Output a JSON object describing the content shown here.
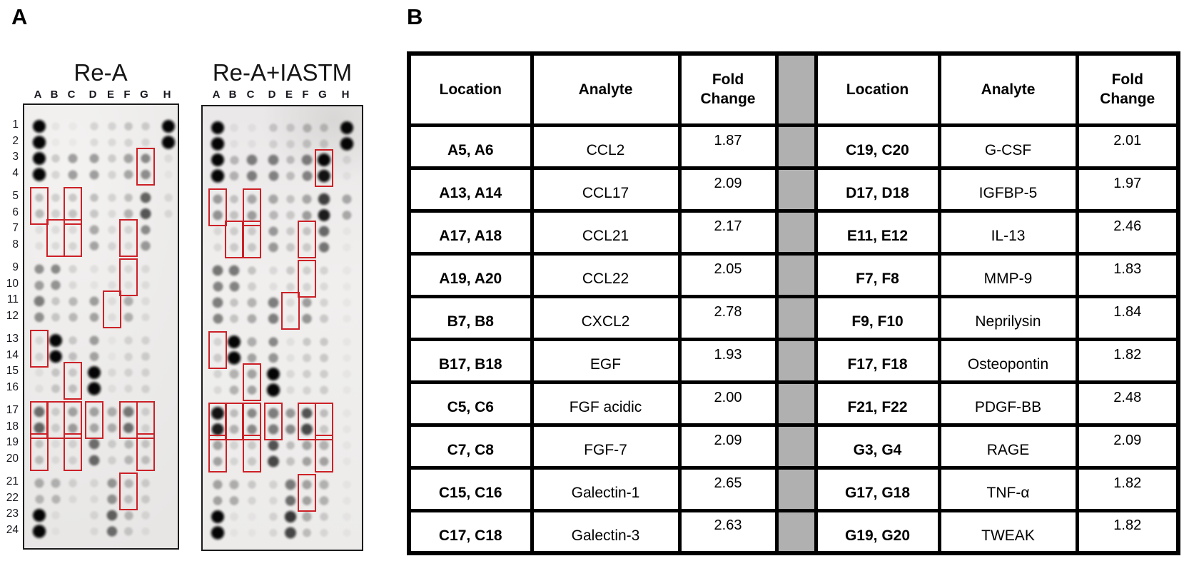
{
  "figure": {
    "panel_a_label": "A",
    "panel_b_label": "B"
  },
  "arrays": {
    "col_labels": [
      "A",
      "B",
      "C",
      "D",
      "E",
      "F",
      "G",
      "H"
    ],
    "row_labels": [
      "1",
      "2",
      "3",
      "4",
      "5",
      "6",
      "7",
      "8",
      "9",
      "10",
      "11",
      "12",
      "13",
      "14",
      "15",
      "16",
      "17",
      "18",
      "19",
      "20",
      "21",
      "22",
      "23",
      "24"
    ],
    "highlight_color": "#cc2127",
    "highlights": [
      {
        "col": "G",
        "rows": [
          3,
          4
        ]
      },
      {
        "col": "A",
        "rows": [
          5,
          6
        ]
      },
      {
        "col": "C",
        "rows": [
          5,
          6
        ]
      },
      {
        "col": "B",
        "rows": [
          7,
          8
        ]
      },
      {
        "col": "C",
        "rows": [
          7,
          8
        ]
      },
      {
        "col": "F",
        "rows": [
          7,
          8
        ]
      },
      {
        "col": "F",
        "rows": [
          9,
          10
        ]
      },
      {
        "col": "E",
        "rows": [
          11,
          12
        ]
      },
      {
        "col": "A",
        "rows": [
          13,
          14
        ]
      },
      {
        "col": "C",
        "rows": [
          15,
          16
        ]
      },
      {
        "col": "A",
        "rows": [
          17,
          18
        ]
      },
      {
        "col": "B",
        "rows": [
          17,
          18
        ]
      },
      {
        "col": "C",
        "rows": [
          17,
          18
        ]
      },
      {
        "col": "D",
        "rows": [
          17,
          18
        ]
      },
      {
        "col": "F",
        "rows": [
          17,
          18
        ]
      },
      {
        "col": "G",
        "rows": [
          17,
          18
        ]
      },
      {
        "col": "A",
        "rows": [
          19,
          20
        ]
      },
      {
        "col": "C",
        "rows": [
          19,
          20
        ]
      },
      {
        "col": "G",
        "rows": [
          19,
          20
        ]
      },
      {
        "col": "F",
        "rows": [
          21,
          22
        ]
      }
    ],
    "blots": [
      {
        "title": "Re-A",
        "intensities": [
          [
            0.95,
            0.04,
            0.03,
            0.1,
            0.1,
            0.16,
            0.13,
            0.95
          ],
          [
            0.95,
            0.03,
            0.03,
            0.08,
            0.08,
            0.1,
            0.09,
            0.93
          ],
          [
            0.95,
            0.14,
            0.3,
            0.3,
            0.13,
            0.28,
            0.38,
            0.06
          ],
          [
            0.95,
            0.1,
            0.3,
            0.3,
            0.1,
            0.27,
            0.36,
            0.03
          ],
          [
            0.18,
            0.12,
            0.15,
            0.18,
            0.1,
            0.18,
            0.52,
            0.08
          ],
          [
            0.2,
            0.12,
            0.17,
            0.15,
            0.08,
            0.22,
            0.57,
            0.08
          ],
          [
            0.06,
            0.07,
            0.08,
            0.26,
            0.08,
            0.1,
            0.37,
            0.02
          ],
          [
            0.06,
            0.08,
            0.1,
            0.28,
            0.1,
            0.08,
            0.32,
            0.02
          ],
          [
            0.35,
            0.38,
            0.1,
            0.05,
            0.08,
            0.08,
            0.07,
            0.02
          ],
          [
            0.3,
            0.34,
            0.08,
            0.04,
            0.06,
            0.06,
            0.06,
            0.02
          ],
          [
            0.42,
            0.15,
            0.2,
            0.3,
            0.06,
            0.24,
            0.06,
            0.02
          ],
          [
            0.35,
            0.15,
            0.2,
            0.28,
            0.06,
            0.24,
            0.07,
            0.02
          ],
          [
            0.08,
            0.88,
            0.14,
            0.3,
            0.03,
            0.1,
            0.1,
            0.02
          ],
          [
            0.1,
            0.88,
            0.17,
            0.28,
            0.03,
            0.1,
            0.12,
            0.02
          ],
          [
            0.05,
            0.15,
            0.14,
            0.95,
            0.07,
            0.1,
            0.1,
            0.02
          ],
          [
            0.05,
            0.15,
            0.17,
            0.95,
            0.05,
            0.08,
            0.1,
            0.02
          ],
          [
            0.48,
            0.12,
            0.28,
            0.28,
            0.24,
            0.44,
            0.11,
            0.02
          ],
          [
            0.52,
            0.12,
            0.3,
            0.26,
            0.24,
            0.48,
            0.1,
            0.02
          ],
          [
            0.15,
            0.06,
            0.1,
            0.48,
            0.12,
            0.2,
            0.15,
            0.02
          ],
          [
            0.18,
            0.06,
            0.1,
            0.5,
            0.1,
            0.2,
            0.17,
            0.02
          ],
          [
            0.24,
            0.22,
            0.1,
            0.08,
            0.33,
            0.2,
            0.12,
            0.02
          ],
          [
            0.2,
            0.2,
            0.06,
            0.06,
            0.34,
            0.17,
            0.12,
            0.02
          ],
          [
            0.95,
            0.05,
            0.02,
            0.08,
            0.53,
            0.2,
            0.08,
            0.02
          ],
          [
            0.95,
            0.03,
            0.02,
            0.06,
            0.48,
            0.14,
            0.05,
            0.02
          ]
        ]
      },
      {
        "title": "Re-A+IASTM",
        "intensities": [
          [
            0.97,
            0.05,
            0.04,
            0.14,
            0.13,
            0.2,
            0.17,
            0.95
          ],
          [
            0.95,
            0.04,
            0.04,
            0.1,
            0.1,
            0.15,
            0.13,
            0.92
          ],
          [
            0.95,
            0.2,
            0.42,
            0.42,
            0.18,
            0.42,
            0.88,
            0.08
          ],
          [
            0.95,
            0.22,
            0.42,
            0.4,
            0.18,
            0.4,
            0.82,
            0.04
          ],
          [
            0.3,
            0.16,
            0.26,
            0.26,
            0.16,
            0.26,
            0.65,
            0.26
          ],
          [
            0.34,
            0.16,
            0.3,
            0.2,
            0.14,
            0.3,
            0.78,
            0.26
          ],
          [
            0.08,
            0.12,
            0.13,
            0.32,
            0.13,
            0.16,
            0.5,
            0.03
          ],
          [
            0.08,
            0.13,
            0.15,
            0.32,
            0.15,
            0.13,
            0.45,
            0.03
          ],
          [
            0.45,
            0.44,
            0.16,
            0.08,
            0.14,
            0.12,
            0.1,
            0.03
          ],
          [
            0.4,
            0.4,
            0.12,
            0.06,
            0.1,
            0.1,
            0.08,
            0.03
          ],
          [
            0.42,
            0.16,
            0.22,
            0.42,
            0.08,
            0.3,
            0.1,
            0.03
          ],
          [
            0.4,
            0.16,
            0.25,
            0.42,
            0.08,
            0.33,
            0.14,
            0.03
          ],
          [
            0.1,
            0.93,
            0.24,
            0.38,
            0.05,
            0.14,
            0.14,
            0.03
          ],
          [
            0.13,
            0.93,
            0.28,
            0.33,
            0.05,
            0.12,
            0.14,
            0.03
          ],
          [
            0.1,
            0.22,
            0.28,
            0.95,
            0.08,
            0.12,
            0.12,
            0.03
          ],
          [
            0.08,
            0.22,
            0.28,
            0.95,
            0.07,
            0.1,
            0.12,
            0.03
          ],
          [
            0.82,
            0.18,
            0.38,
            0.42,
            0.33,
            0.58,
            0.18,
            0.03
          ],
          [
            0.78,
            0.22,
            0.38,
            0.42,
            0.38,
            0.62,
            0.14,
            0.03
          ],
          [
            0.28,
            0.1,
            0.14,
            0.58,
            0.18,
            0.28,
            0.22,
            0.03
          ],
          [
            0.28,
            0.09,
            0.14,
            0.62,
            0.16,
            0.28,
            0.28,
            0.03
          ],
          [
            0.28,
            0.24,
            0.13,
            0.1,
            0.43,
            0.28,
            0.22,
            0.03
          ],
          [
            0.28,
            0.24,
            0.09,
            0.08,
            0.48,
            0.28,
            0.22,
            0.03
          ],
          [
            0.95,
            0.05,
            0.03,
            0.1,
            0.68,
            0.24,
            0.13,
            0.03
          ],
          [
            0.95,
            0.03,
            0.03,
            0.08,
            0.62,
            0.18,
            0.08,
            0.03
          ]
        ]
      }
    ]
  },
  "table": {
    "headers": {
      "location": "Location",
      "analyte": "Analyte",
      "fold_change": "Fold Change"
    },
    "spacer_color": "#b0b0b0",
    "left_rows": [
      {
        "location": "A5, A6",
        "analyte": "CCL2",
        "fold_change": "1.87"
      },
      {
        "location": "A13, A14",
        "analyte": "CCL17",
        "fold_change": "2.09"
      },
      {
        "location": "A17, A18",
        "analyte": "CCL21",
        "fold_change": "2.17"
      },
      {
        "location": "A19, A20",
        "analyte": "CCL22",
        "fold_change": "2.05"
      },
      {
        "location": "B7, B8",
        "analyte": "CXCL2",
        "fold_change": "2.78"
      },
      {
        "location": "B17, B18",
        "analyte": "EGF",
        "fold_change": "1.93"
      },
      {
        "location": "C5, C6",
        "analyte": "FGF acidic",
        "fold_change": "2.00"
      },
      {
        "location": "C7, C8",
        "analyte": "FGF-7",
        "fold_change": "2.09"
      },
      {
        "location": "C15, C16",
        "analyte": "Galectin-1",
        "fold_change": "2.65"
      },
      {
        "location": "C17, C18",
        "analyte": "Galectin-3",
        "fold_change": "2.63"
      }
    ],
    "right_rows": [
      {
        "location": "C19, C20",
        "analyte": "G-CSF",
        "fold_change": "2.01"
      },
      {
        "location": "D17, D18",
        "analyte": "IGFBP-5",
        "fold_change": "1.97"
      },
      {
        "location": "E11, E12",
        "analyte": "IL-13",
        "fold_change": "2.46"
      },
      {
        "location": "F7, F8",
        "analyte": "MMP-9",
        "fold_change": "1.83"
      },
      {
        "location": "F9, F10",
        "analyte": "Neprilysin",
        "fold_change": "1.84"
      },
      {
        "location": "F17, F18",
        "analyte": "Osteopontin",
        "fold_change": "1.82"
      },
      {
        "location": "F21, F22",
        "analyte": "PDGF-BB",
        "fold_change": "2.48"
      },
      {
        "location": "G3, G4",
        "analyte": "RAGE",
        "fold_change": "2.09"
      },
      {
        "location": "G17, G18",
        "analyte": "TNF-α",
        "fold_change": "1.82"
      },
      {
        "location": "G19, G20",
        "analyte": "TWEAK",
        "fold_change": "1.82"
      }
    ]
  }
}
